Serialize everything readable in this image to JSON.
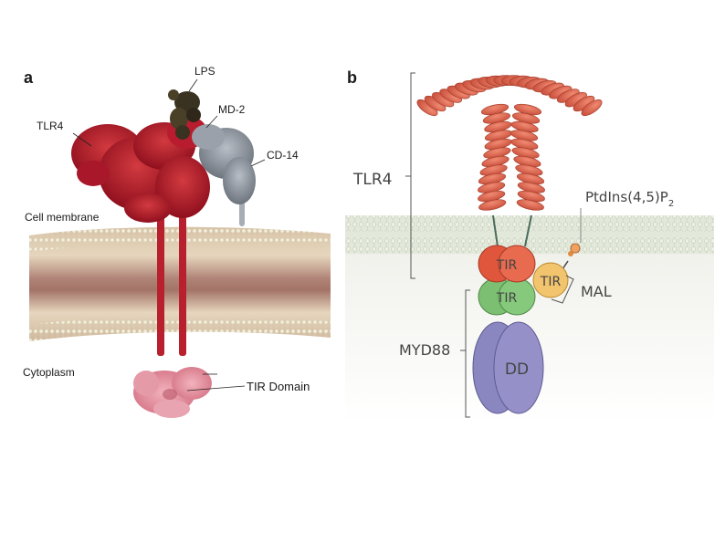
{
  "panel_a": {
    "letter": "a",
    "labels": {
      "lps": "LPS",
      "md2": "MD-2",
      "tlr4": "TLR4",
      "cd14": "CD-14",
      "cell_membrane": "Cell membrane",
      "cytoplasm": "Cytoplasm",
      "tir_domain": "TIR Domain"
    }
  },
  "panel_b": {
    "letter": "b",
    "labels": {
      "tlr4": "TLR4",
      "ptdins": "PtdIns(4,5)P",
      "ptdins_sub": "2",
      "mal": "MAL",
      "myd88": "MYD88",
      "tir_1": "TIR",
      "tir_2": "TIR",
      "tir_3": "TIR",
      "dd": "DD"
    }
  },
  "colors": {
    "tlr4_red": "#b0182a",
    "md2_grey": "#8a9099",
    "lps_dark": "#3a3220",
    "membrane_tan": "#c9a48f",
    "tir_pink": "#e48a9a",
    "ectodomain_orange": "#e06b55",
    "tir_green": "#7cbf72",
    "tir_yellow": "#f2c46e",
    "dd_purple": "#8a86bf"
  }
}
